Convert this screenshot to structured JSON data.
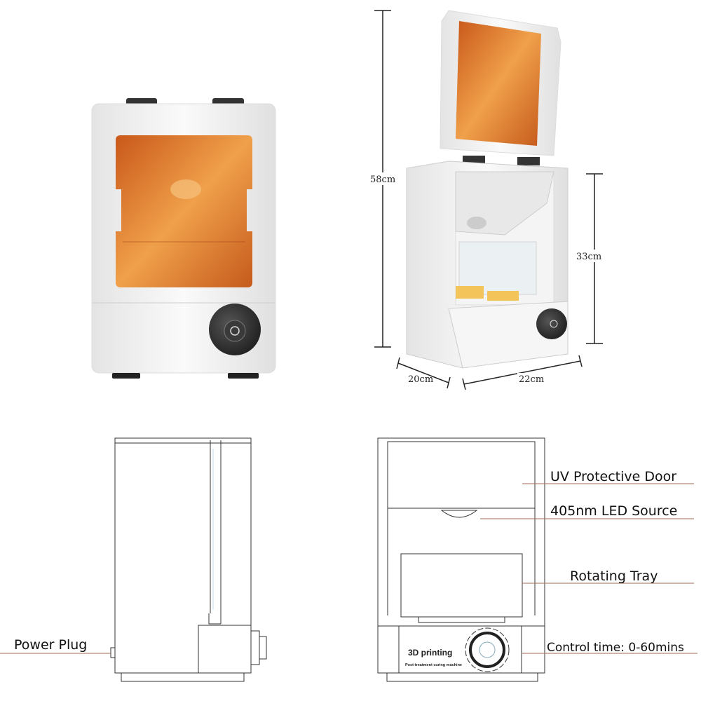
{
  "dimensions": {
    "total_height": "58cm",
    "body_height": "33cm",
    "depth": "20cm",
    "width": "22cm"
  },
  "callouts": {
    "uv_door": "UV Protective Door",
    "led_source": "405nm LED Source",
    "rotating_tray": "Rotating Tray",
    "control_time": "Control time: 0-60mins",
    "power_plug": "Power Plug"
  },
  "front_panel": {
    "brand_text": "3D printing",
    "subtitle_text": "Post-treatment curing machine"
  },
  "colors": {
    "uv_window": "#e8852a",
    "body": "#f2f2f2",
    "dial": "#2b2b2b",
    "leader_line": "#a06a55"
  }
}
